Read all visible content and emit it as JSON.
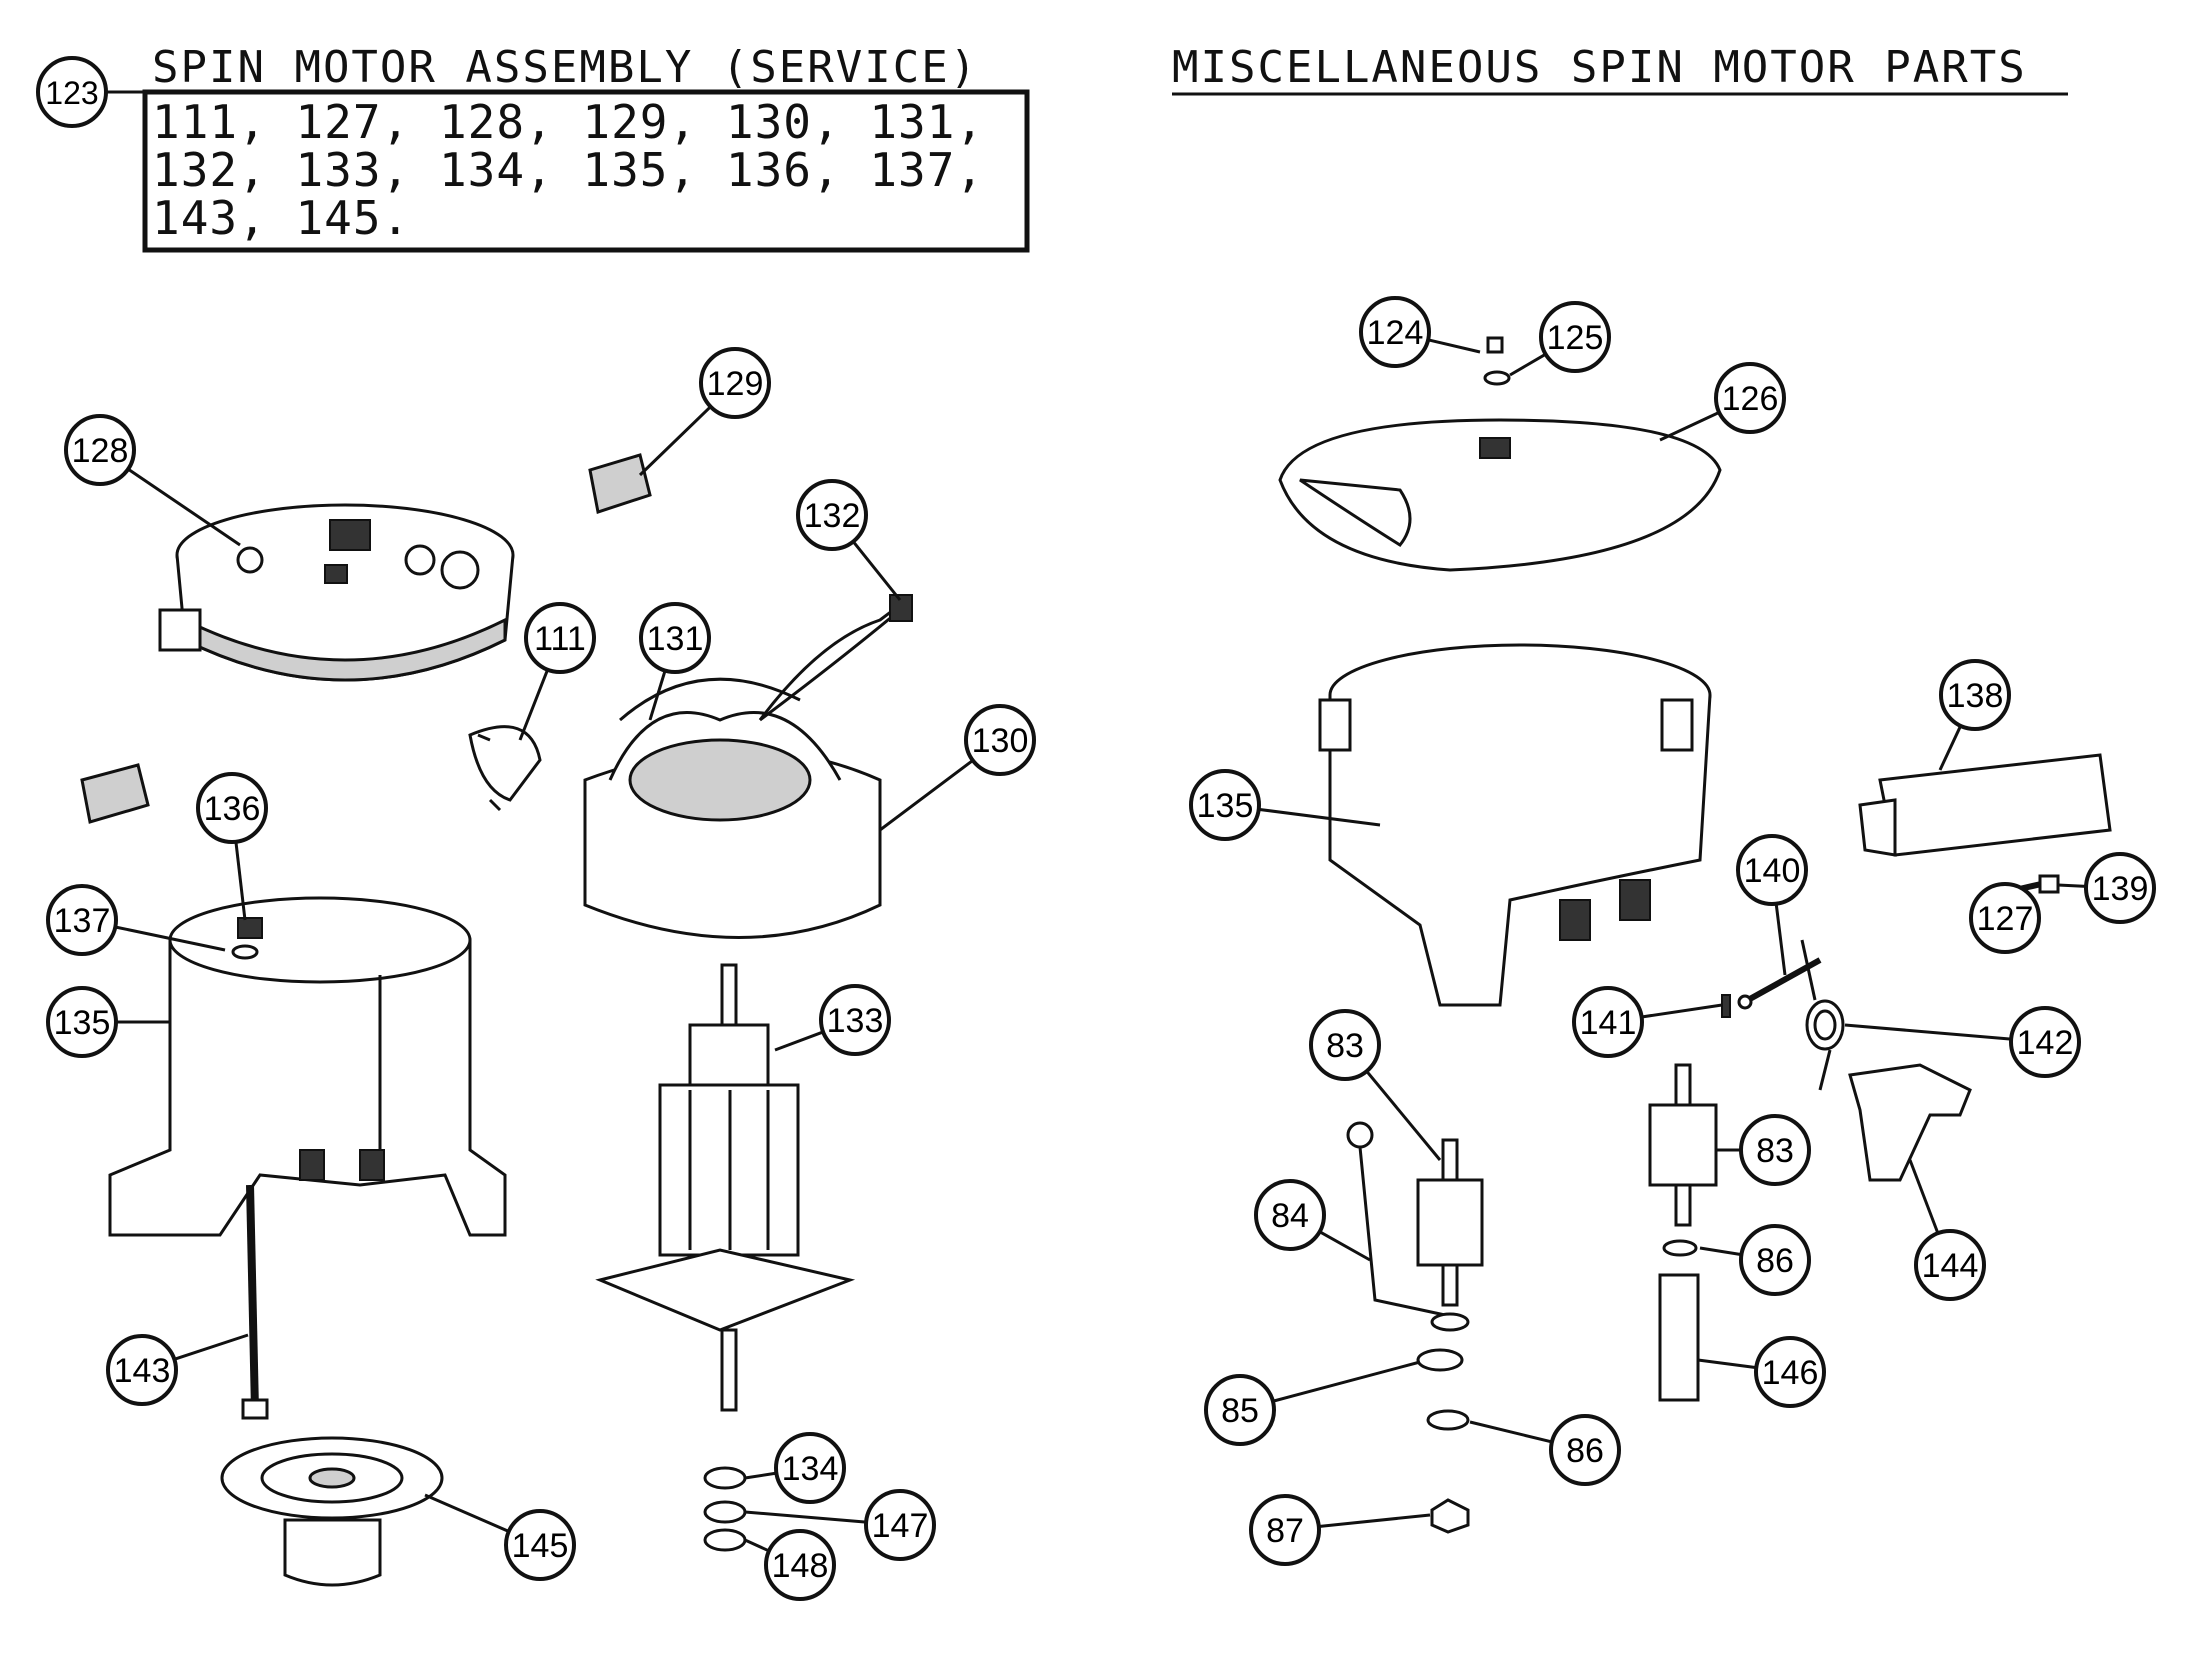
{
  "left_panel": {
    "assembly_callout": "123",
    "title": "SPIN MOTOR ASSEMBLY (SERVICE)",
    "includes_lines": [
      "111, 127, 128, 129, 130, 131,",
      "132, 133, 134, 135, 136, 137,",
      "143, 145."
    ]
  },
  "right_panel": {
    "title": "MISCELLANEOUS SPIN MOTOR PARTS"
  },
  "callouts_left": [
    "128",
    "129",
    "132",
    "111",
    "131",
    "130",
    "136",
    "137",
    "135",
    "133",
    "143",
    "145",
    "134",
    "147",
    "148"
  ],
  "callouts_right": [
    "124",
    "125",
    "126",
    "138",
    "135",
    "140",
    "139",
    "127",
    "141",
    "142",
    "83",
    "83",
    "84",
    "86",
    "144",
    "146",
    "85",
    "86",
    "87"
  ],
  "colors": {
    "ink": "#111111",
    "paper": "#ffffff"
  }
}
